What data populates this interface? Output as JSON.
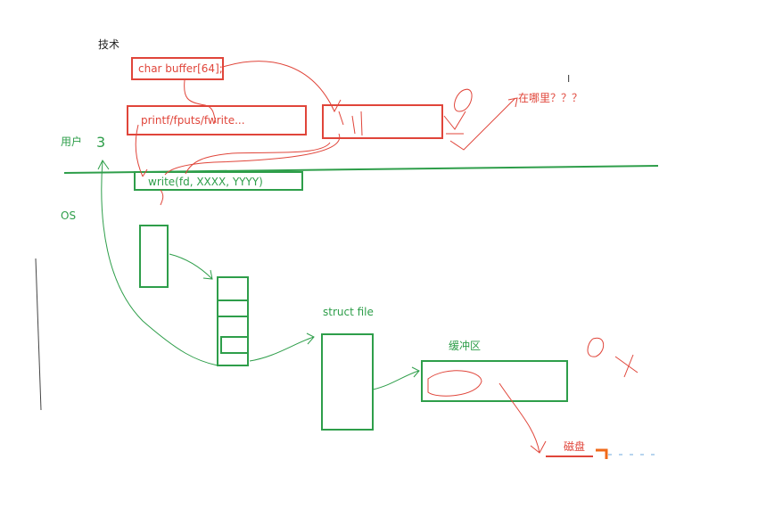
{
  "labels": {
    "title": "技术",
    "user": "用户",
    "os": "OS",
    "char_buffer": "char buffer[64];",
    "printf": "printf/fputs/fwrite...",
    "write_call": "write(fd, XXXX, YYYY)",
    "where": "在哪里？？？",
    "struct_file": "struct file",
    "buffer_zone": "缓冲区",
    "disk": "磁盘",
    "num_3": "3"
  },
  "colors": {
    "red": "#e0453a",
    "green": "#2e9e4a"
  }
}
